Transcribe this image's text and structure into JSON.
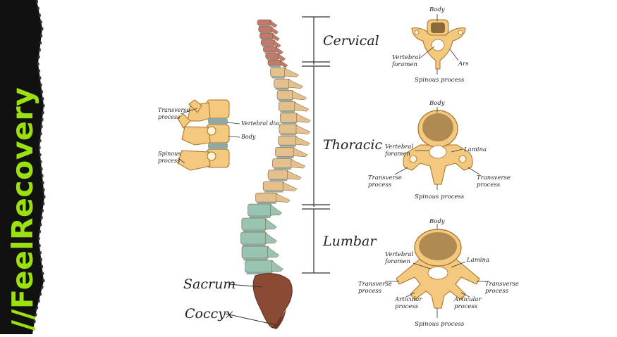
{
  "brand": {
    "text": "FeelRecovery",
    "mark": "//",
    "color": "#9be10f"
  },
  "colors": {
    "cervical": "#c2786b",
    "thoracic": "#e3c08c",
    "lumbar": "#98c4b1",
    "sacrum": "#8a4a33",
    "bone": "#f2c97e",
    "bone_outline": "#a86e22",
    "disc": "#8fa9a5"
  },
  "regions": {
    "cervical": "Cervical",
    "thoracic": "Thoracic",
    "lumbar": "Lumbar",
    "sacrum": "Sacrum",
    "coccyx": "Coccyx"
  },
  "side_view": {
    "transverse": "Transverse",
    "transverse2": "process",
    "vertebral_disc": "Vertebral disc",
    "body": "Body",
    "spinous": "Spinous",
    "spinous2": "process"
  },
  "cervical_vertebra": {
    "body": "Body",
    "vertebral": "Vertebral",
    "foramen": "foramen",
    "ars": "Ars",
    "spinous": "Spinous process"
  },
  "thoracic_vertebra": {
    "body": "Body",
    "vertebral": "Vertebral",
    "foramen": "foramen",
    "lamina": "Lamina",
    "transverse_left": "Transverse",
    "process_left": "process",
    "transverse_right": "Transverse",
    "process_right": "process",
    "spinous": "Spinous process"
  },
  "lumbar_vertebra": {
    "body": "Body",
    "vertebral": "Vertebral",
    "foramen": "foramen",
    "lamina": "Lamina",
    "transverse_left": "Transverse",
    "process_left": "process",
    "transverse_right": "Transverse",
    "process_right": "process",
    "articular_left": "Articular",
    "articular_left2": "process",
    "articular_right": "Articular",
    "articular_right2": "process",
    "spinous": "Spinous process"
  }
}
